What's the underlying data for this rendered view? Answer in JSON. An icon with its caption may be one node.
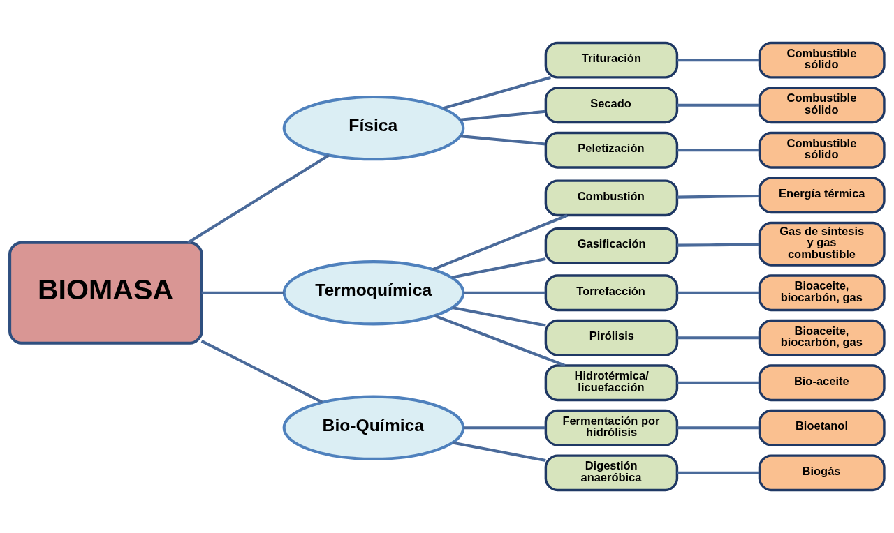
{
  "diagram": {
    "nodes": [
      {
        "text": [
          "BIOMASA"
        ]
      },
      {
        "text": [
          "Física"
        ]
      },
      {
        "text": [
          "Termoquímica"
        ]
      },
      {
        "text": [
          "Bio-Química"
        ]
      },
      {
        "text": [
          "Trituración"
        ]
      },
      {
        "text": [
          "Secado"
        ]
      },
      {
        "text": [
          "Peletización"
        ]
      },
      {
        "text": [
          "Combustión"
        ]
      },
      {
        "text": [
          "Gasificación"
        ]
      },
      {
        "text": [
          "Torrefacción"
        ]
      },
      {
        "text": [
          "Pirólisis"
        ]
      },
      {
        "text": [
          "Hidrotérmica/ licuefacción"
        ]
      },
      {
        "text": [
          "Fermentación por hidrólisis"
        ]
      },
      {
        "text": [
          "Digestión anaeróbica"
        ]
      },
      {
        "text": [
          "Combustible sólido"
        ]
      },
      {
        "text": [
          "Combustible sólido"
        ]
      },
      {
        "text": [
          "Combustible sólido"
        ]
      },
      {
        "text": [
          "Energía térmica"
        ]
      },
      {
        "text": [
          "Gas de síntesis y gas combustible"
        ]
      },
      {
        "text": [
          "Bioaceite, biocarbón, gas"
        ]
      },
      {
        "text": [
          "Bioaceite, biocarbón, gas"
        ]
      },
      {
        "text": [
          "Bio-aceite"
        ]
      },
      {
        "text": [
          "Bioetanol"
        ]
      },
      {
        "text": [
          "Biogás"
        ]
      }
    ],
    "edges": [
      {
        "from": 0,
        "to": 1,
        "arrow": "none"
      },
      {
        "from": 0,
        "to": 2,
        "arrow": "none"
      },
      {
        "from": 0,
        "to": 3,
        "arrow": "none"
      },
      {
        "from": 1,
        "to": 4,
        "arrow": "none"
      },
      {
        "from": 1,
        "to": 5,
        "arrow": "none"
      },
      {
        "from": 1,
        "to": 6,
        "arrow": "none"
      },
      {
        "from": 2,
        "to": 7,
        "arrow": "none"
      },
      {
        "from": 2,
        "to": 8,
        "arrow": "none"
      },
      {
        "from": 2,
        "to": 9,
        "arrow": "none"
      },
      {
        "from": 2,
        "to": 10,
        "arrow": "none"
      },
      {
        "from": 2,
        "to": 11,
        "arrow": "none"
      },
      {
        "from": 3,
        "to": 12,
        "arrow": "none"
      },
      {
        "from": 3,
        "to": 13,
        "arrow": "none"
      },
      {
        "from": 4,
        "to": 14,
        "arrow": "none"
      },
      {
        "from": 5,
        "to": 15,
        "arrow": "none"
      },
      {
        "from": 6,
        "to": 16,
        "arrow": "none"
      },
      {
        "from": 7,
        "to": 17,
        "arrow": "none"
      },
      {
        "from": 8,
        "to": 18,
        "arrow": "none"
      },
      {
        "from": 9,
        "to": 19,
        "arrow": "none"
      },
      {
        "from": 10,
        "to": 20,
        "arrow": "none"
      },
      {
        "from": 11,
        "to": 21,
        "arrow": "none"
      },
      {
        "from": 12,
        "to": 22,
        "arrow": "none"
      },
      {
        "from": 13,
        "to": 23,
        "arrow": "none"
      }
    ]
  }
}
